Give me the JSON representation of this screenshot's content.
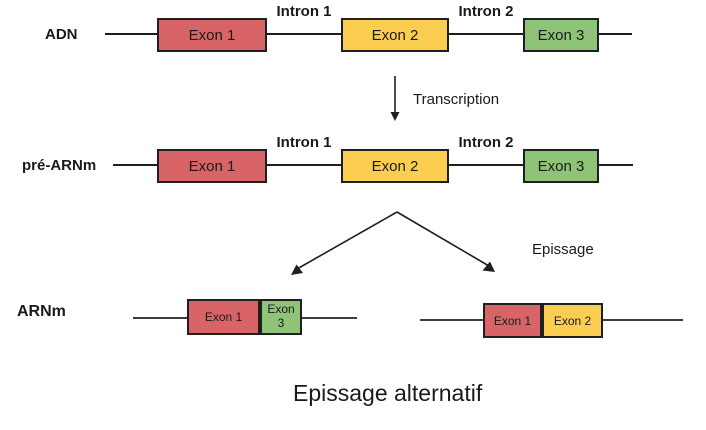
{
  "title": "Epissage alternatif",
  "colors": {
    "exon1": "#d96468",
    "exon2": "#fbcd50",
    "exon3": "#8fc378",
    "line": "#1f1f1f"
  },
  "adn_row": {
    "label": "ADN",
    "exon1": "Exon 1",
    "exon2": "Exon 2",
    "exon3": "Exon 3",
    "intron1": "Intron 1",
    "intron2": "Intron 2"
  },
  "pre_arnm_row": {
    "label": "pré-ARNm",
    "exon1": "Exon 1",
    "exon2": "Exon 2",
    "exon3": "Exon 3",
    "intron1": "Intron 1",
    "intron2": "Intron 2"
  },
  "transcription_label": "Transcription",
  "epissage_label": "Epissage",
  "arnm_row": {
    "label": "ARNm",
    "left_variant": {
      "exon1": "Exon 1",
      "exon3": "Exon 3"
    },
    "right_variant": {
      "exon1": "Exon 1",
      "exon2": "Exon 2"
    }
  }
}
